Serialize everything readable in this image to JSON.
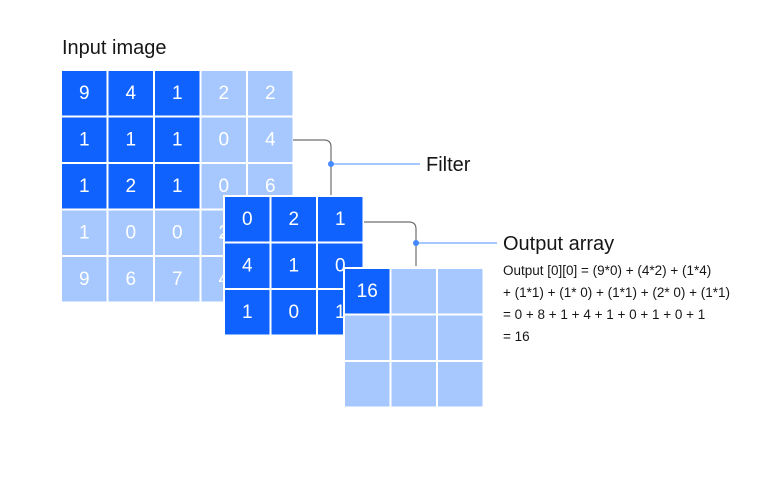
{
  "labels": {
    "input": "Input image",
    "filter": "Filter",
    "output": "Output array"
  },
  "colors": {
    "dark": "#0f62fe",
    "light": "#a6c8ff",
    "text_on_dark": "#ffffff",
    "text_on_light": "#ffffff",
    "grid_line": "#ffffff",
    "connector": "#6f6f6f",
    "leader": "#6ea6ff",
    "dot": "#4589ff"
  },
  "input_grid": {
    "values": [
      [
        "9",
        "4",
        "1",
        "2",
        "2"
      ],
      [
        "1",
        "1",
        "1",
        "0",
        "4"
      ],
      [
        "1",
        "2",
        "1",
        "0",
        "6"
      ],
      [
        "1",
        "0",
        "0",
        "2",
        ""
      ],
      [
        "9",
        "6",
        "7",
        "4",
        ""
      ]
    ],
    "highlighted": [
      [
        true,
        true,
        true,
        false,
        false
      ],
      [
        true,
        true,
        true,
        false,
        false
      ],
      [
        true,
        true,
        true,
        false,
        false
      ],
      [
        false,
        false,
        false,
        false,
        false
      ],
      [
        false,
        false,
        false,
        false,
        false
      ]
    ]
  },
  "filter_grid": {
    "values": [
      [
        "0",
        "2",
        "1"
      ],
      [
        "4",
        "1",
        "0"
      ],
      [
        "1",
        "0",
        "1"
      ]
    ]
  },
  "output_grid": {
    "values": [
      [
        "16",
        "",
        ""
      ],
      [
        "",
        "",
        ""
      ],
      [
        "",
        "",
        ""
      ]
    ]
  },
  "calculation": [
    "Output [0][0] = (9*0) + (4*2) + (1*4)",
    "+ (1*1) + (1* 0) + (1*1) + (2* 0) + (1*1)",
    "= 0 + 8 + 1 + 4 + 1 + 0 + 1 + 0 + 1",
    "= 16"
  ]
}
